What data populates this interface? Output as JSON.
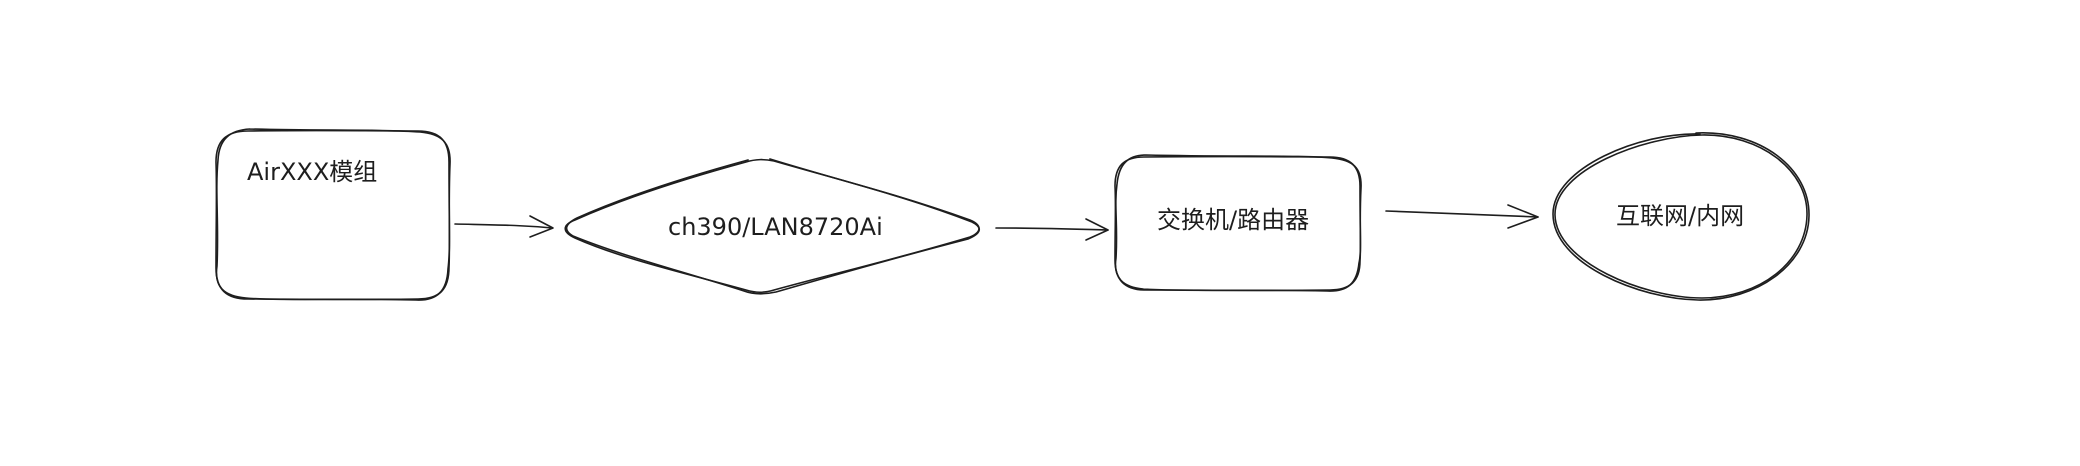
{
  "nodes": {
    "module": {
      "label": "AirXXX模组"
    },
    "chip": {
      "label": "ch390/LAN8720Ai"
    },
    "switch": {
      "label": "交换机/路由器"
    },
    "internet": {
      "label": "互联网/内网"
    }
  }
}
